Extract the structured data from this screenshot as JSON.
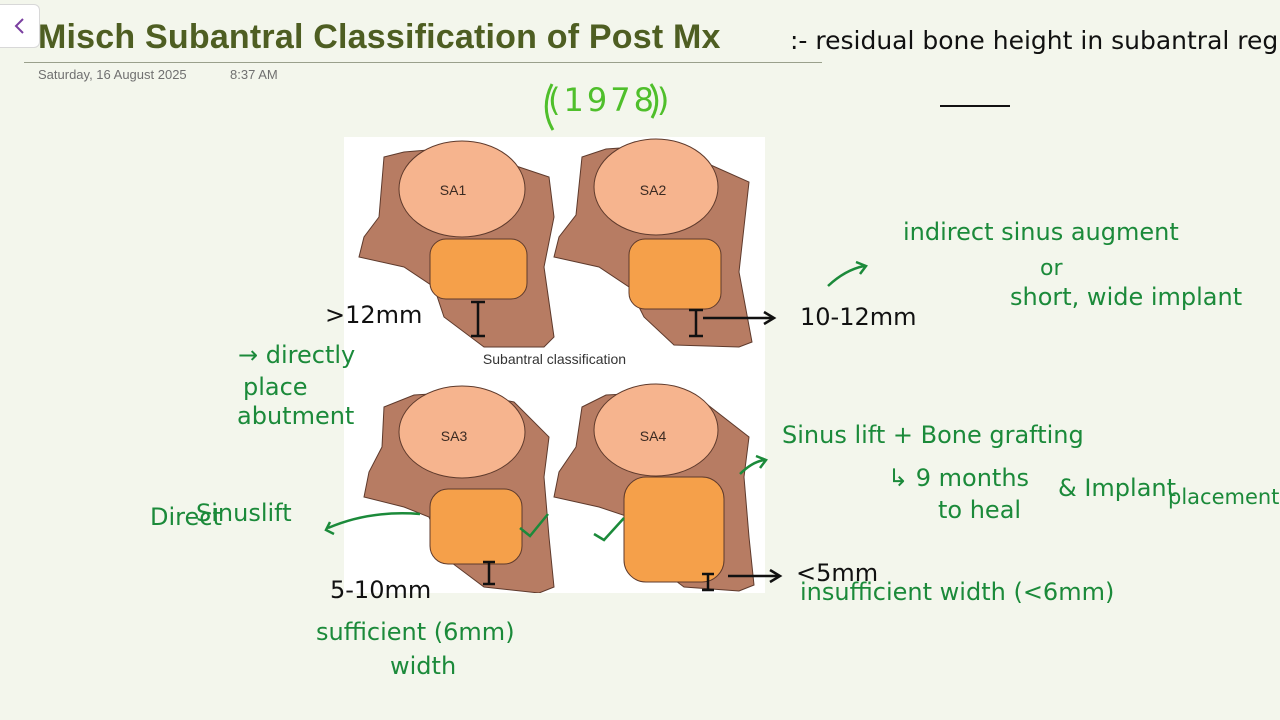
{
  "page": {
    "title": "Misch Subantral Classification of Post Mx",
    "date": "Saturday, 16 August 2025",
    "time": "8:37 AM"
  },
  "figure": {
    "caption": "Subantral classification",
    "panels": [
      "SA1",
      "SA2",
      "SA3",
      "SA4"
    ]
  },
  "notes": {
    "definition": ":- residual bone height in subantral region",
    "year": "(1978)",
    "sa1_height": ">12mm",
    "sa1_note_1": "→ directly",
    "sa1_note_2": "place",
    "sa1_note_3": "abutment",
    "sa2_height": "10-12mm",
    "sa2_note_1": "indirect sinus augment",
    "sa2_note_2": "or",
    "sa2_note_3": "short, wide implant",
    "sa3_note_1": "Direct",
    "sa3_note_2": "Sinuslift",
    "sa3_height": "5-10mm",
    "sa3_note_3": "sufficient (6mm)",
    "sa3_note_4": "width",
    "sa4_note_1": "Sinus lift + Bone grafting",
    "sa4_note_2": "↳ 9 months",
    "sa4_note_3": "to heal",
    "sa4_note_4": "& Implant",
    "sa4_note_5": "placement",
    "sa4_height": "<5mm",
    "sa4_note_6": "insufficient width (<6mm)"
  },
  "colors": {
    "title": "#4e5e22",
    "background": "#f3f6ec",
    "ink_black": "#111111",
    "ink_green": "#1b8a3a",
    "ink_lime": "#4fbf2b",
    "bone": "#b77c63",
    "tooth": "#f6b48e",
    "sinus": "#f5a04a"
  }
}
